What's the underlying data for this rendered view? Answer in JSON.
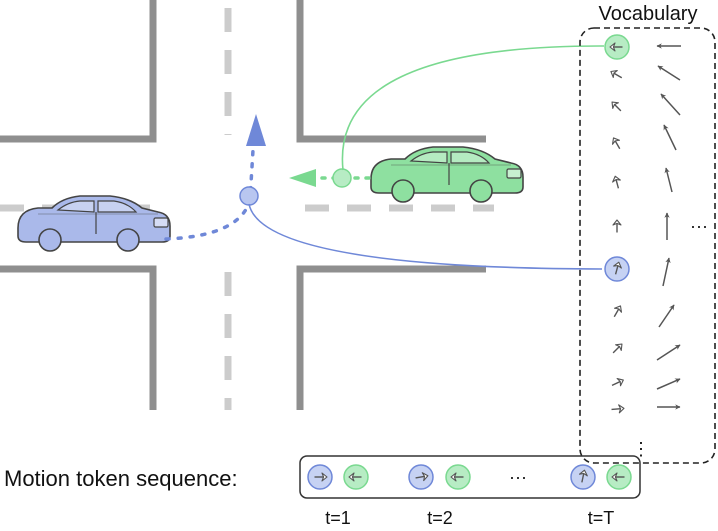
{
  "diagram": {
    "vocabulary_title": "Vocabulary",
    "vocab_ellipsis_right": "···",
    "vocab_ellipsis_bottom": "⋮",
    "sequence_label": "Motion token sequence:",
    "sequence_ellipsis": "···",
    "time_labels": [
      "t=1",
      "t=2",
      "t=T"
    ],
    "colors": {
      "road": "#8f8f8f",
      "lane_dash": "#cccccc",
      "blue_car": "#aab9ea",
      "blue_line": "#6f88d8",
      "green_car": "#8ee0a0",
      "green_line": "#7ad990",
      "outline": "#444444",
      "arrow": "#555555"
    },
    "icons": [
      "car-blue-icon",
      "car-green-icon",
      "arrow-token-icon"
    ]
  }
}
